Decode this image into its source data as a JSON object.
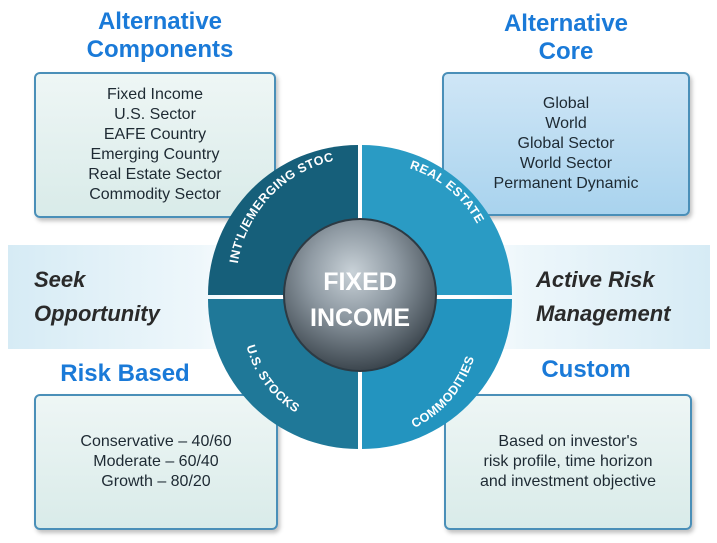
{
  "headings": {
    "components": [
      "Alternative",
      "Components"
    ],
    "core": [
      "Alternative",
      "Core"
    ],
    "risk_based": "Risk Based",
    "custom": "Custom"
  },
  "components_items": [
    "Fixed Income",
    "U.S. Sector",
    "EAFE Country",
    "Emerging Country",
    "Real Estate Sector",
    "Commodity Sector"
  ],
  "core_items": [
    "Global",
    "World",
    "Global Sector",
    "World Sector",
    "Permanent Dynamic"
  ],
  "risk_items": [
    "Conservative – 40/60",
    "Moderate – 60/40",
    "Growth – 80/20"
  ],
  "custom_items": [
    "Based on investor's",
    "risk profile, time horizon",
    "and investment objective"
  ],
  "bands": {
    "left": [
      "Seek",
      "Opportunity"
    ],
    "right": [
      "Active Risk",
      "Management"
    ]
  },
  "wheel": {
    "center": [
      "FIXED",
      "INCOME"
    ],
    "quadrants": {
      "top_left": "INT'L/EMERGING STOCKS",
      "top_right": "REAL ESTATE",
      "bottom_left": "U.S. STOCKS",
      "bottom_right": "COMMODITIES"
    }
  },
  "colors": {
    "heading": "#1a7ad8",
    "dark_quadrant": "#165f7a",
    "light_quadrant": "#2a9bc4",
    "box_border": "#4a8fb8"
  }
}
